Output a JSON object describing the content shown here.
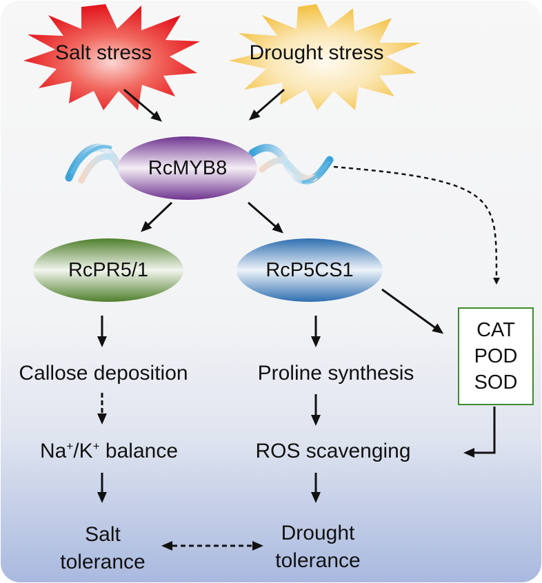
{
  "stresses": {
    "salt": "Salt stress",
    "drought": "Drought stress"
  },
  "genes": {
    "tf": "RcMYB8",
    "pr": "RcPR5/1",
    "p5cs": "RcP5CS1"
  },
  "enzymes": [
    "CAT",
    "POD",
    "SOD"
  ],
  "processes": {
    "callose": "Callose deposition",
    "na_k_base": "Na",
    "na_k_sup1": "+",
    "na_k_mid": "/K",
    "na_k_sup2": "+",
    "na_k_end": " balance",
    "proline": "Proline synthesis",
    "ros": "ROS scavenging"
  },
  "outcomes": {
    "salt_line1": "Salt",
    "salt_line2": "tolerance",
    "drought_line1": "Drought",
    "drought_line2": "tolerance"
  },
  "colors": {
    "salt_burst": "#e8161c",
    "drought_burst": "#f5c84a",
    "tf_oval": "#7b3f99",
    "pr_oval": "#5e8a3c",
    "p5cs_oval": "#3f7fbf",
    "enzyme_box_border": "#3d8a2e",
    "background_bottom": "#a8b8de"
  }
}
